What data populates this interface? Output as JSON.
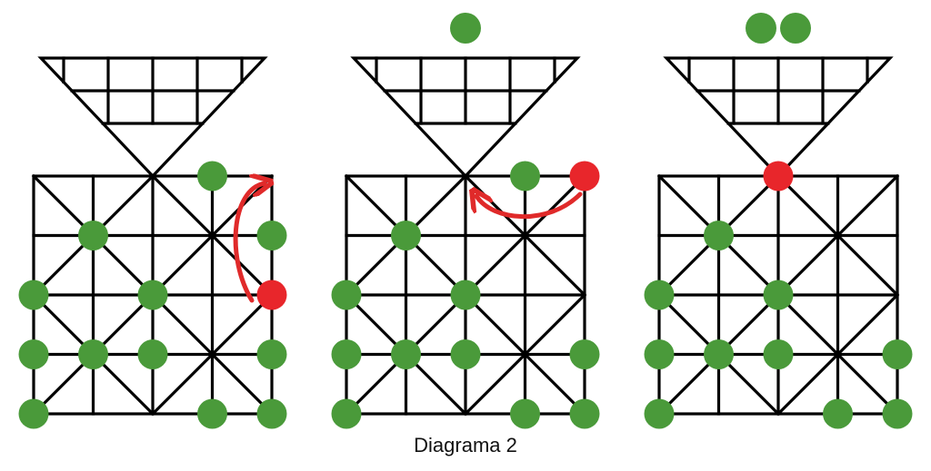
{
  "caption": "Diagrama 2",
  "colors": {
    "line": "#000000",
    "piece": "#4a9a3a",
    "active_piece": "#e8262b",
    "arrow": "#e02a2a",
    "background": "#ffffff"
  },
  "board": {
    "grid_columns": [
      "0",
      "1",
      "2",
      "3",
      "4"
    ],
    "grid_rows": [
      "0",
      "1",
      "2",
      "3",
      "4"
    ],
    "triangle_rows": 3
  },
  "panels": [
    {
      "id": "panel-1",
      "green_pieces": [
        [
          3,
          0
        ],
        [
          1,
          1
        ],
        [
          4,
          1
        ],
        [
          0,
          2
        ],
        [
          2,
          2
        ],
        [
          0,
          3
        ],
        [
          1,
          3
        ],
        [
          2,
          3
        ],
        [
          4,
          3
        ],
        [
          0,
          4
        ],
        [
          3,
          4
        ],
        [
          4,
          4
        ]
      ],
      "red_pieces": [
        [
          4,
          2
        ]
      ],
      "captured_pieces": 0,
      "arrow": {
        "from": [
          4,
          2
        ],
        "to": [
          4,
          0
        ],
        "description": "move-up"
      }
    },
    {
      "id": "panel-2",
      "green_pieces": [
        [
          3,
          0
        ],
        [
          1,
          1
        ],
        [
          2,
          2
        ],
        [
          0,
          2
        ],
        [
          0,
          3
        ],
        [
          1,
          3
        ],
        [
          2,
          3
        ],
        [
          4,
          3
        ],
        [
          0,
          4
        ],
        [
          3,
          4
        ],
        [
          4,
          4
        ]
      ],
      "red_pieces": [
        [
          4,
          0
        ]
      ],
      "captured_pieces": 1,
      "arrow": {
        "from": [
          4,
          0
        ],
        "to": [
          2,
          0
        ],
        "description": "jump-left"
      }
    },
    {
      "id": "panel-3",
      "green_pieces": [
        [
          1,
          1
        ],
        [
          0,
          2
        ],
        [
          2,
          2
        ],
        [
          0,
          3
        ],
        [
          1,
          3
        ],
        [
          2,
          3
        ],
        [
          4,
          3
        ],
        [
          0,
          4
        ],
        [
          3,
          4
        ],
        [
          4,
          4
        ]
      ],
      "red_pieces": [
        [
          2,
          0
        ]
      ],
      "captured_pieces": 2,
      "arrow": null
    }
  ]
}
